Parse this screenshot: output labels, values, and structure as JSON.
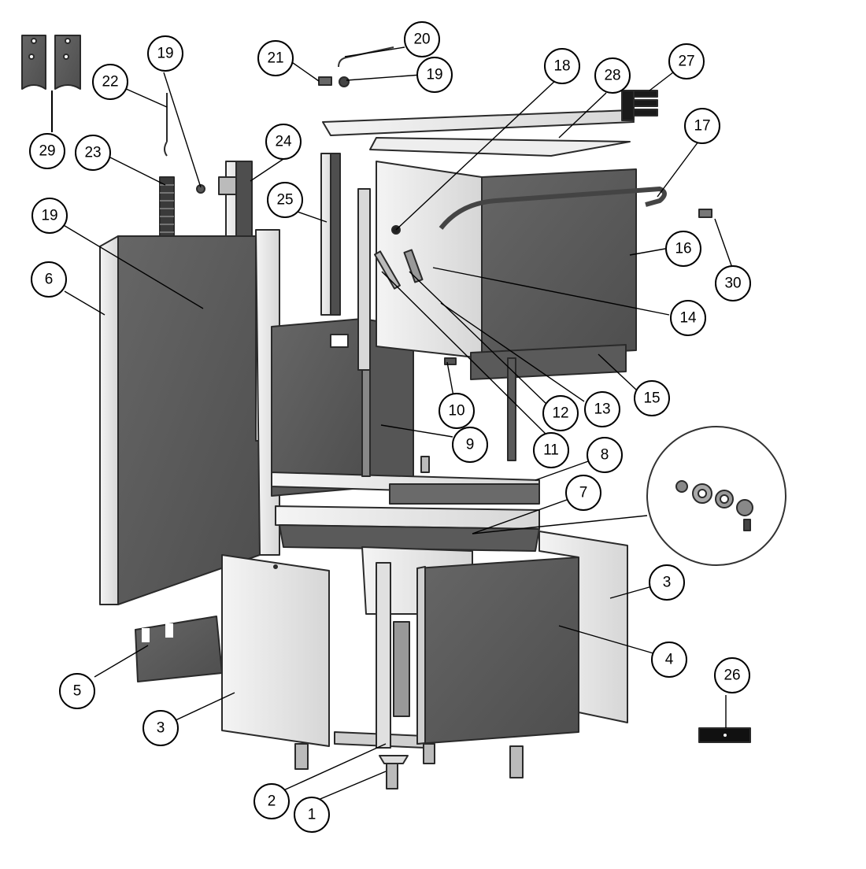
{
  "diagram": {
    "colors": {
      "panel_dark": "#5a5a5a",
      "panel_light": "#e2e2e2",
      "edge": "#2a2a2a",
      "background": "#ffffff",
      "callout": "#000000"
    },
    "parts": [
      {
        "id": "foot",
        "label": "1"
      },
      {
        "id": "base-frame",
        "label": "2"
      },
      {
        "id": "side-panel-left",
        "label": "3"
      },
      {
        "id": "side-panel-right",
        "label": "3"
      },
      {
        "id": "front-lower-panel",
        "label": "4"
      },
      {
        "id": "kick-plate",
        "label": "5"
      },
      {
        "id": "rear-panel",
        "label": "6"
      },
      {
        "id": "tank",
        "label": "7"
      },
      {
        "id": "rack-guide",
        "label": "8"
      },
      {
        "id": "inner-chamber",
        "label": "9"
      },
      {
        "id": "chamber-fitting",
        "label": "10"
      },
      {
        "id": "guide-rail",
        "label": "11"
      },
      {
        "id": "hood-rail-a",
        "label": "12"
      },
      {
        "id": "hood-rail-b",
        "label": "13"
      },
      {
        "id": "hood-bracket",
        "label": "14"
      },
      {
        "id": "hood-lower-trim",
        "label": "15"
      },
      {
        "id": "hood-front-panel",
        "label": "16"
      },
      {
        "id": "hood-handle",
        "label": "17"
      },
      {
        "id": "hood-pivot",
        "label": "18"
      },
      {
        "id": "screw-top",
        "label": "19"
      },
      {
        "id": "screw-rear",
        "label": "19"
      },
      {
        "id": "screw-small",
        "label": "19"
      },
      {
        "id": "pin",
        "label": "20"
      },
      {
        "id": "bolt",
        "label": "21"
      },
      {
        "id": "spring-rod",
        "label": "22"
      },
      {
        "id": "spring",
        "label": "23"
      },
      {
        "id": "column-left",
        "label": "24"
      },
      {
        "id": "column-right",
        "label": "25"
      },
      {
        "id": "nameplate",
        "label": "26"
      },
      {
        "id": "connector-block",
        "label": "27"
      },
      {
        "id": "hood-top",
        "label": "28"
      },
      {
        "id": "counterweight-plates",
        "label": "29"
      },
      {
        "id": "hinge-pin",
        "label": "30"
      }
    ]
  }
}
